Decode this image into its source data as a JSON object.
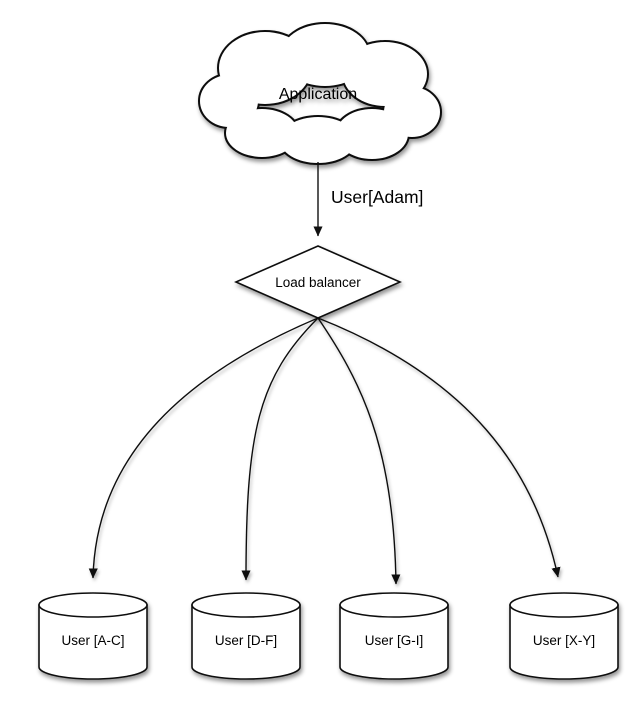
{
  "diagram": {
    "cloud": {
      "label": "Application"
    },
    "edge_app_to_lb": {
      "label": "User[Adam]"
    },
    "load_balancer": {
      "label": "Load balancer"
    },
    "shards": [
      {
        "label": "User [A-C]"
      },
      {
        "label": "User [D-F]"
      },
      {
        "label": "User [G-I]"
      },
      {
        "label": "User [X-Y]"
      }
    ],
    "colors": {
      "stroke": "#111111",
      "shape_fill": "#ffffff",
      "text": "#000000",
      "background": "#ffffff",
      "shadow": "rgba(0,0,0,0.40)"
    }
  }
}
